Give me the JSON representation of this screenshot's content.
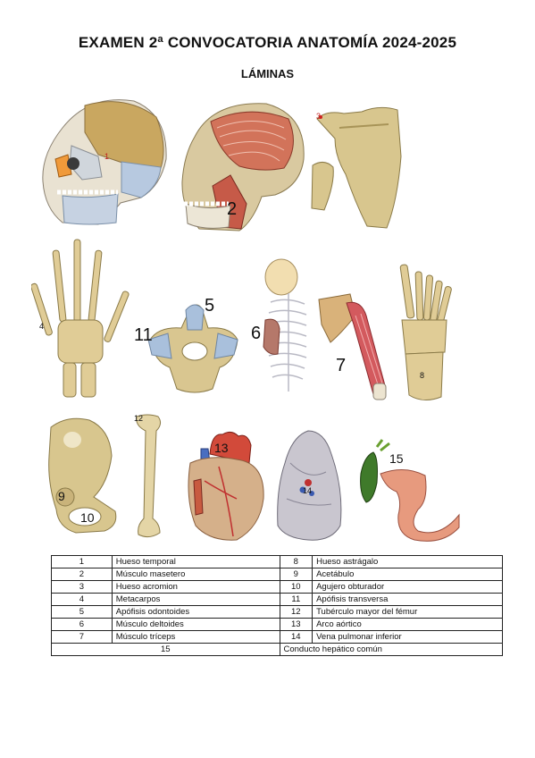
{
  "header": {
    "title": "EXAMEN 2ª CONVOCATORIA ANATOMÍA 2024-2025",
    "subtitle": "LÁMINAS"
  },
  "figure_labels": {
    "skull": "1",
    "masseter": "2",
    "scapula": "3",
    "hand": "4",
    "vertebra_odontoid": "5",
    "vertebra_transverse": "11",
    "deltoid": "6",
    "triceps": "7",
    "foot": "8",
    "pelvis_acetabulum": "9",
    "pelvis_obturator": "10",
    "femur": "12",
    "heart": "13",
    "lung": "14",
    "liver_duct": "15"
  },
  "legend": {
    "rows": [
      {
        "n1": "1",
        "t1": "Hueso temporal",
        "n2": "8",
        "t2": "Hueso astrágalo"
      },
      {
        "n1": "2",
        "t1": "Músculo masetero",
        "n2": "9",
        "t2": "Acetábulo"
      },
      {
        "n1": "3",
        "t1": "Hueso acromion",
        "n2": "10",
        "t2": "Agujero obturador"
      },
      {
        "n1": "4",
        "t1": "Metacarpos",
        "n2": "11",
        "t2": "Apófisis transversa"
      },
      {
        "n1": "5",
        "t1": "Apófisis odontoides",
        "n2": "12",
        "t2": "Tubérculo mayor del fémur"
      },
      {
        "n1": "6",
        "t1": "Músculo deltoides",
        "n2": "13",
        "t2": "Arco aórtico"
      },
      {
        "n1": "7",
        "t1": "Músculo tríceps",
        "n2": "14",
        "t2": "Vena pulmonar inferior"
      }
    ],
    "last": {
      "n": "15",
      "t": "Conducto hepático común"
    }
  }
}
